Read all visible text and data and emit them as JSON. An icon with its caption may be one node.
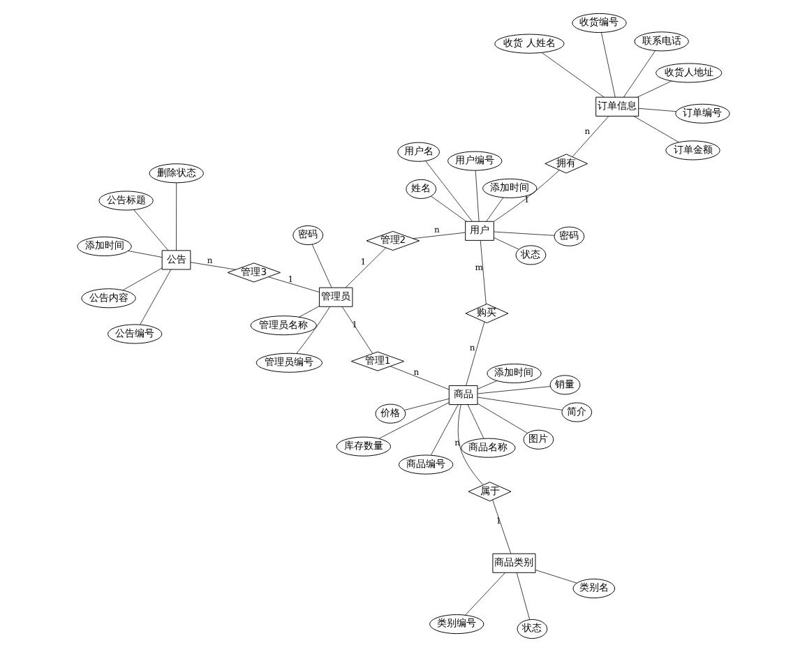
{
  "diagram": {
    "nodes": [
      {
        "text": [
          "价格"
        ]
      },
      {
        "text": [
          "简介"
        ]
      },
      {
        "text": [
          "管理员编号"
        ]
      },
      {
        "text": [
          "添加时间"
        ]
      },
      {
        "text": [
          "图片"
        ]
      },
      {
        "text": [
          "密码"
        ]
      },
      {
        "text": [
          "管理员名称"
        ]
      },
      {
        "text": [
          "商品名称"
        ]
      },
      {
        "text": [
          "库存数量"
        ]
      },
      {
        "text": [
          "删除状态"
        ]
      },
      {
        "text": [
          "商品"
        ]
      },
      {
        "text": [
          "管理1"
        ]
      },
      {
        "text": [
          "管理员"
        ]
      },
      {
        "text": [
          "销量"
        ]
      },
      {
        "text": [
          "添加时间"
        ]
      },
      {
        "text": [
          "属于"
        ]
      },
      {
        "text": [
          "商品编号"
        ]
      },
      {
        "text": [
          "购买"
        ]
      },
      {
        "text": [
          "管理3"
        ]
      },
      {
        "text": [
          "公告"
        ]
      },
      {
        "text": [
          "类别编号"
        ]
      },
      {
        "text": [
          "商品类别"
        ]
      },
      {
        "text": [
          "管理2"
        ]
      },
      {
        "text": [
          "公告标题"
        ]
      },
      {
        "text": [
          "公告内容"
        ]
      },
      {
        "text": [
          "状态"
        ]
      },
      {
        "text": [
          "类别名"
        ]
      },
      {
        "text": [
          "公告编号"
        ]
      },
      {
        "text": [
          "状态"
        ]
      },
      {
        "text": [
          "拥有"
        ]
      },
      {
        "text": [
          "订单信息"
        ]
      },
      {
        "text": [
          "订单编号"
        ]
      },
      {
        "text": [
          "用户"
        ]
      },
      {
        "text": [
          "用户编号"
        ]
      },
      {
        "text": [
          "收货人地址"
        ]
      },
      {
        "text": [
          "订单金额"
        ]
      },
      {
        "text": [
          "密码"
        ]
      },
      {
        "text": [
          "联系电话"
        ]
      },
      {
        "text": [
          "收货编号"
        ]
      },
      {
        "text": [
          "收货 人姓名"
        ]
      },
      {
        "text": [
          "添加时间"
        ]
      },
      {
        "text": [
          "用户名"
        ]
      },
      {
        "text": [
          "姓名"
        ]
      }
    ],
    "edges": [
      {
        "from": 0,
        "to": 10,
        "arrow": "none"
      },
      {
        "from": 1,
        "to": 10,
        "arrow": "none"
      },
      {
        "from": 3,
        "to": 10,
        "arrow": "none"
      },
      {
        "from": 4,
        "to": 10,
        "arrow": "none"
      },
      {
        "from": 7,
        "to": 10,
        "arrow": "none"
      },
      {
        "from": 8,
        "to": 10,
        "arrow": "none"
      },
      {
        "from": 13,
        "to": 10,
        "arrow": "none"
      },
      {
        "from": 16,
        "to": 10,
        "arrow": "none"
      },
      {
        "from": 2,
        "to": 12,
        "arrow": "none"
      },
      {
        "from": 5,
        "to": 12,
        "arrow": "none"
      },
      {
        "from": 6,
        "to": 12,
        "arrow": "none"
      },
      {
        "from": 9,
        "to": 19,
        "arrow": "none"
      },
      {
        "from": 14,
        "to": 19,
        "arrow": "none"
      },
      {
        "from": 23,
        "to": 19,
        "arrow": "none"
      },
      {
        "from": 24,
        "to": 19,
        "arrow": "none"
      },
      {
        "from": 27,
        "to": 19,
        "arrow": "none"
      },
      {
        "from": 20,
        "to": 21,
        "arrow": "none"
      },
      {
        "from": 25,
        "to": 21,
        "arrow": "none"
      },
      {
        "from": 26,
        "to": 21,
        "arrow": "none"
      },
      {
        "from": 28,
        "to": 32,
        "arrow": "none"
      },
      {
        "from": 33,
        "to": 32,
        "arrow": "none"
      },
      {
        "from": 36,
        "to": 32,
        "arrow": "none"
      },
      {
        "from": 40,
        "to": 32,
        "arrow": "none"
      },
      {
        "from": 41,
        "to": 32,
        "arrow": "none"
      },
      {
        "from": 42,
        "to": 32,
        "arrow": "none"
      },
      {
        "from": 31,
        "to": 30,
        "arrow": "none"
      },
      {
        "from": 34,
        "to": 30,
        "arrow": "none"
      },
      {
        "from": 35,
        "to": 30,
        "arrow": "none"
      },
      {
        "from": 37,
        "to": 30,
        "arrow": "none"
      },
      {
        "from": 38,
        "to": 30,
        "arrow": "none"
      },
      {
        "from": 39,
        "to": 30,
        "arrow": "none"
      },
      {
        "from": 10,
        "to": 11,
        "arrow": "none",
        "label": "n"
      },
      {
        "from": 11,
        "to": 12,
        "arrow": "none",
        "label": "1"
      },
      {
        "from": 10,
        "to": 15,
        "arrow": "none",
        "label": "n"
      },
      {
        "from": 15,
        "to": 21,
        "arrow": "none",
        "label": "1"
      },
      {
        "from": 10,
        "to": 17,
        "arrow": "none",
        "label": "n"
      },
      {
        "from": 17,
        "to": 32,
        "arrow": "none",
        "label": "m"
      },
      {
        "from": 12,
        "to": 18,
        "arrow": "none",
        "label": "1"
      },
      {
        "from": 18,
        "to": 19,
        "arrow": "none",
        "label": "n"
      },
      {
        "from": 12,
        "to": 22,
        "arrow": "none",
        "label": "1"
      },
      {
        "from": 22,
        "to": 32,
        "arrow": "none",
        "label": "n"
      },
      {
        "from": 32,
        "to": 29,
        "arrow": "none",
        "label": "1"
      },
      {
        "from": 29,
        "to": 30,
        "arrow": "none",
        "label": "n"
      }
    ]
  }
}
